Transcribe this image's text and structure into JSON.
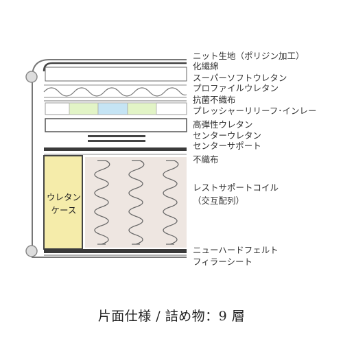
{
  "labels": {
    "knit_fabric": "ニット生地（ポリジン加工）",
    "fiber_wadding": "化繊綿",
    "super_soft_urethane": "スーパーソフトウレタン",
    "profile_urethane": "プロファイルウレタン",
    "antibacterial_nonwoven": "抗菌不織布",
    "pressure_relief_inlay": "プレッシャーリリーフ･インレー",
    "high_resilience_urethane": "高弾性ウレタン",
    "center_urethane": "センターウレタン",
    "center_support": "センターサポート",
    "nonwoven": "不織布",
    "rest_support_coil": "レストサポートコイル",
    "coil_arrangement": "（交互配列）",
    "new_hard_felt": "ニューハードフェルト",
    "filler_sheet": "フィラーシート"
  },
  "urethane_case": {
    "line1": "ウレタン",
    "line2": "ケース"
  },
  "caption": "片面仕様 / 詰め物：9 層",
  "colors": {
    "case_fill": "#f5ecaa",
    "coil_area": "#eee6e1",
    "inlay_green": "#e2f4c6",
    "inlay_blue": "#c5e4f4",
    "dark_layer": "#3a3a3a",
    "outline": "#555555"
  }
}
